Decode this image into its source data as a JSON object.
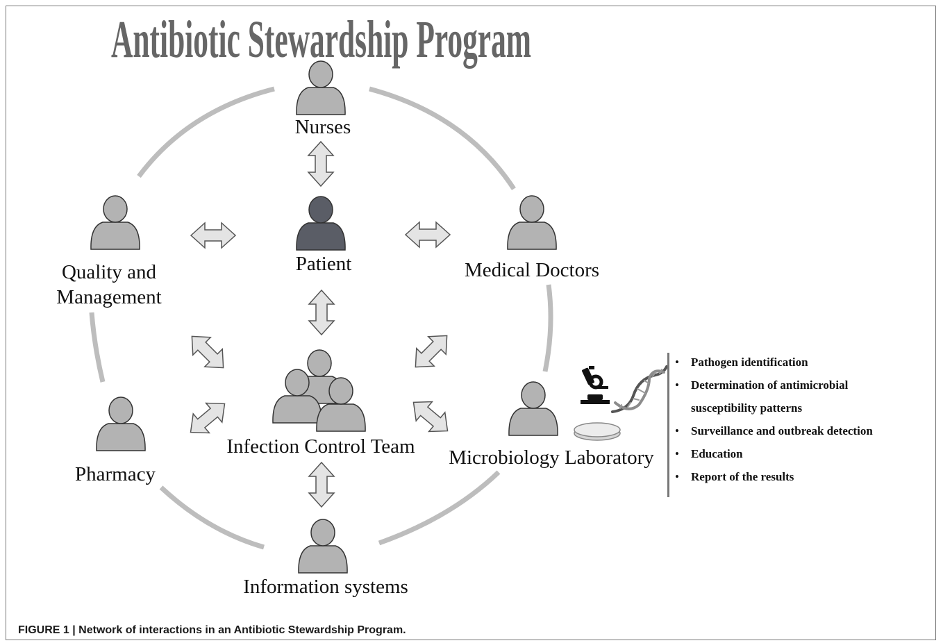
{
  "diagram": {
    "title": "Antibiotic Stewardship Program",
    "nodes": {
      "nurses": "Nurses",
      "patient": "Patient",
      "medical_doctors": "Medical Doctors",
      "quality_line1": "Quality and",
      "quality_line2": "Management",
      "infection_control_team": "Infection Control Team",
      "pharmacy": "Pharmacy",
      "microbiology_laboratory": "Microbiology Laboratory",
      "information_systems": "Information systems"
    },
    "microbiology_functions": [
      "Pathogen identification",
      "Determination of antimicrobial",
      "susceptibility patterns",
      "Surveillance and outbreak detection",
      "Education",
      "Report of the results"
    ],
    "colors": {
      "person_light": "#b3b3b3",
      "person_dark": "#5a5d66",
      "circle": "#bdbdbd",
      "arrow_fill": "#e4e4e4",
      "title": "#666666"
    }
  },
  "caption": "FIGURE 1 | Network of interactions in an Antibiotic Stewardship Program."
}
